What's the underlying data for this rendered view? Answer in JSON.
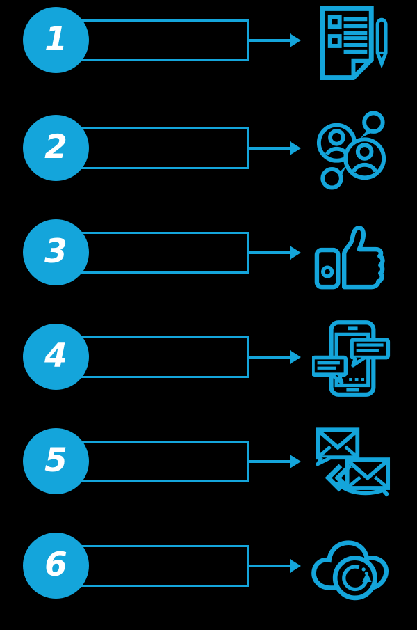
{
  "colors": {
    "accent": "#14a5db",
    "background": "#000000",
    "number_text": "#ffffff"
  },
  "steps": [
    {
      "number": "1",
      "icon": "survey-form-icon"
    },
    {
      "number": "2",
      "icon": "community-discussion-icon"
    },
    {
      "number": "3",
      "icon": "thumbs-up-icon"
    },
    {
      "number": "4",
      "icon": "mobile-chat-icon"
    },
    {
      "number": "5",
      "icon": "email-reply-icon"
    },
    {
      "number": "6",
      "icon": "cloud-sync-icon"
    }
  ]
}
